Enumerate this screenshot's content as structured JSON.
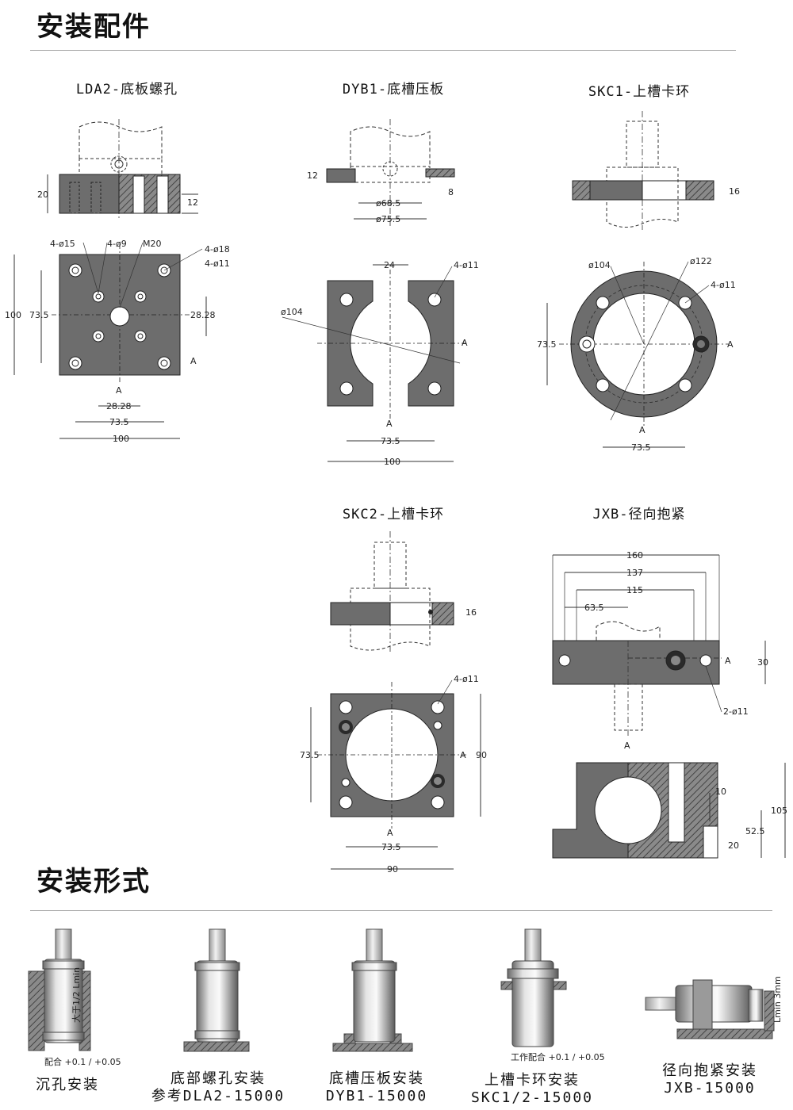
{
  "sections": {
    "accessories_title": "安装配件",
    "mounting_title": "安装形式"
  },
  "parts": [
    {
      "code": "LDA2-底板螺孔"
    },
    {
      "code": "DYB1-底槽压板"
    },
    {
      "code": "SKC1-上槽卡环"
    },
    {
      "code": "SKC2-上槽卡环"
    },
    {
      "code": "JXB-径向抱紧"
    }
  ],
  "dims": {
    "lda2": {
      "h20": "20",
      "h12": "12",
      "d15": "4-ø15",
      "d9": "4-ø9",
      "m20": "M20",
      "d18": "4-ø18",
      "d11": "4-ø11",
      "v100": "100",
      "v735": "73.5",
      "h2828": "28.28",
      "b2828": "28.28",
      "b735": "73.5",
      "b100": "100",
      "a": "A"
    },
    "dyb1": {
      "h12": "12",
      "h8": "8",
      "d685": "ø68.5",
      "d755": "ø75.5",
      "w24": "24",
      "d11": "4-ø11",
      "d104": "ø104",
      "b735": "73.5",
      "b100": "100",
      "a": "A"
    },
    "skc1": {
      "h16": "16",
      "d104": "ø104",
      "d122": "ø122",
      "d11": "4-ø11",
      "v735": "73.5",
      "b735": "73.5",
      "a": "A"
    },
    "skc2": {
      "h16": "16",
      "d11": "4-ø11",
      "v735": "73.5",
      "v90": "90",
      "b735": "73.5",
      "b90": "90",
      "a": "A"
    },
    "jxb": {
      "w160": "160",
      "w137": "137",
      "w115": "115",
      "w635": "63.5",
      "h30": "30",
      "d11": "2-ø11",
      "h10": "10",
      "h105": "105",
      "h525": "52.5",
      "h20": "20",
      "a": "A"
    }
  },
  "installs": [
    {
      "line1": "沉孔安装",
      "line2": "",
      "note": "大于1/2 Lmin",
      "tol": "配合 +0.1 / +0.05"
    },
    {
      "line1": "底部螺孔安装",
      "line2": "参考DLA2-15000"
    },
    {
      "line1": "底槽压板安装",
      "line2": "DYB1-15000"
    },
    {
      "line1": "上槽卡环安装",
      "line2": "SKC1/2-15000",
      "tol": "工作配合 +0.1 / +0.05"
    },
    {
      "line1": "径向抱紧安装",
      "line2": "JXB-15000",
      "note": "Lmin 3mm"
    }
  ],
  "colors": {
    "part_fill": "#6d6d6d",
    "part_dark": "#3f3f3f",
    "hatch": "#333333"
  }
}
